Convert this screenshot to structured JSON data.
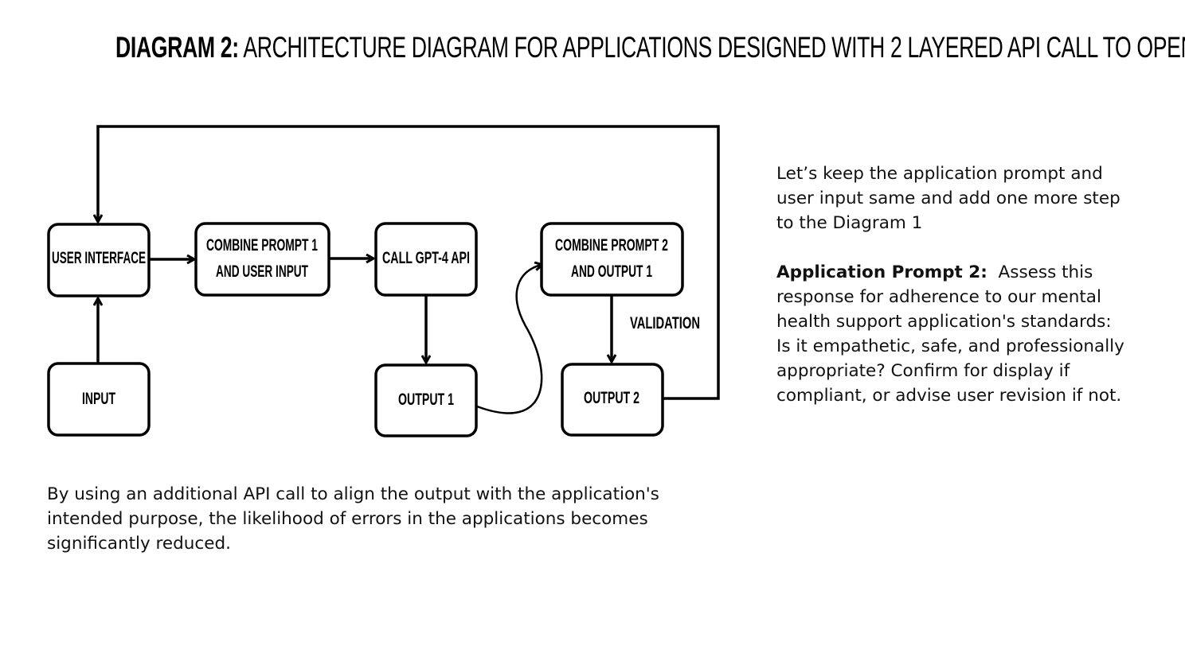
{
  "title": {
    "lead": "DIAGRAM 2:",
    "rest": "ARCHITECTURE DIAGRAM FOR APPLICATIONS DESIGNED WITH 2 LAYERED  API CALL TO OPENAI"
  },
  "diagram": {
    "nodes": {
      "user_interface": {
        "label": "USER INTERFACE"
      },
      "combine_prompt_1": {
        "line1": "COMBINE PROMPT 1",
        "line2": "AND USER INPUT"
      },
      "call_gpt4": {
        "label": "CALL GPT-4 API"
      },
      "combine_prompt_2": {
        "line1": "COMBINE PROMPT 2",
        "line2": "AND OUTPUT 1"
      },
      "input": {
        "label": "INPUT"
      },
      "output_1": {
        "label": "OUTPUT 1"
      },
      "output_2": {
        "label": "OUTPUT 2"
      }
    },
    "edge_labels": {
      "validation": "VALIDATION"
    }
  },
  "side_note": {
    "intro": "Let’s keep the application prompt and user input same and add one more step to the Diagram 1",
    "prompt_label": "Application Prompt 2:",
    "prompt_text": "Assess this response for adherence to our mental health support application's standards: Is it empathetic, safe, and professionally appropriate? Confirm for display if compliant, or advise user revision if not."
  },
  "footer_note": "By using an additional API call to align the output with the application's intended purpose, the likelihood of errors in the applications becomes significantly reduced.",
  "colors": {
    "stroke": "#000000",
    "background": "#ffffff",
    "text": "#111111"
  }
}
